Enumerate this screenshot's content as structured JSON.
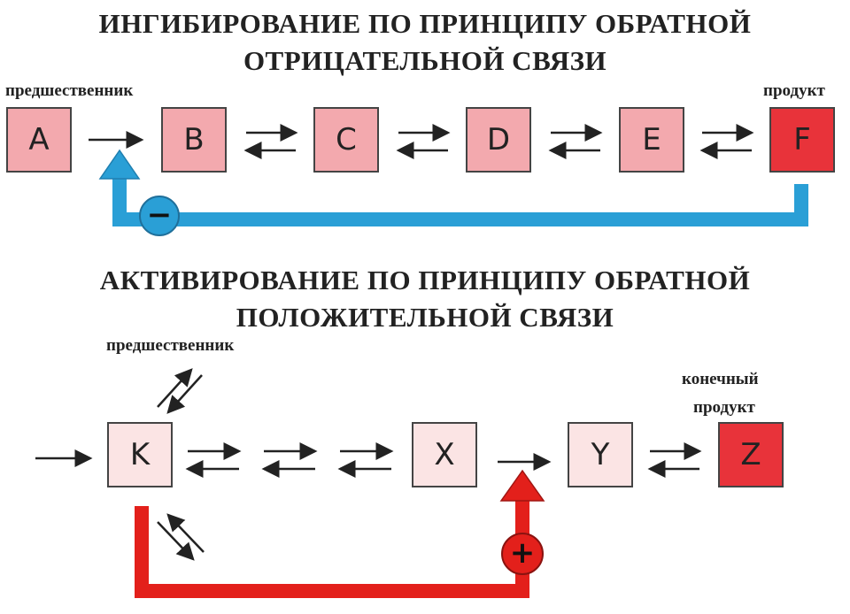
{
  "top": {
    "title_line1": "ИНГИБИРОВАНИЕ ПО ПРИНЦИПУ ОБРАТНОЙ",
    "title_line2": "ОТРИЦАТЕЛЬНОЙ СВЯЗИ",
    "precursor_label": "предшественник",
    "product_label": "продукт",
    "nodes": [
      "A",
      "B",
      "C",
      "D",
      "E",
      "F"
    ],
    "feedback_sign": "−",
    "feedback_color": "#2a9fd6"
  },
  "bottom": {
    "title_line1": "АКТИВИРОВАНИЕ ПО ПРИНЦИПУ ОБРАТНОЙ",
    "title_line2": "ПОЛОЖИТЕЛЬНОЙ СВЯЗИ",
    "precursor_label": "предшественник",
    "end_product_line1": "конечный",
    "end_product_line2": "продукт",
    "nodes": [
      "K",
      "X",
      "Y",
      "Z"
    ],
    "feedback_sign": "+",
    "feedback_color": "#e3201b"
  },
  "colors": {
    "node_fill": "#f3a9ae",
    "node_light_fill": "#fbe4e4",
    "final_fill": "#e8333a",
    "node_stroke": "#444444"
  }
}
